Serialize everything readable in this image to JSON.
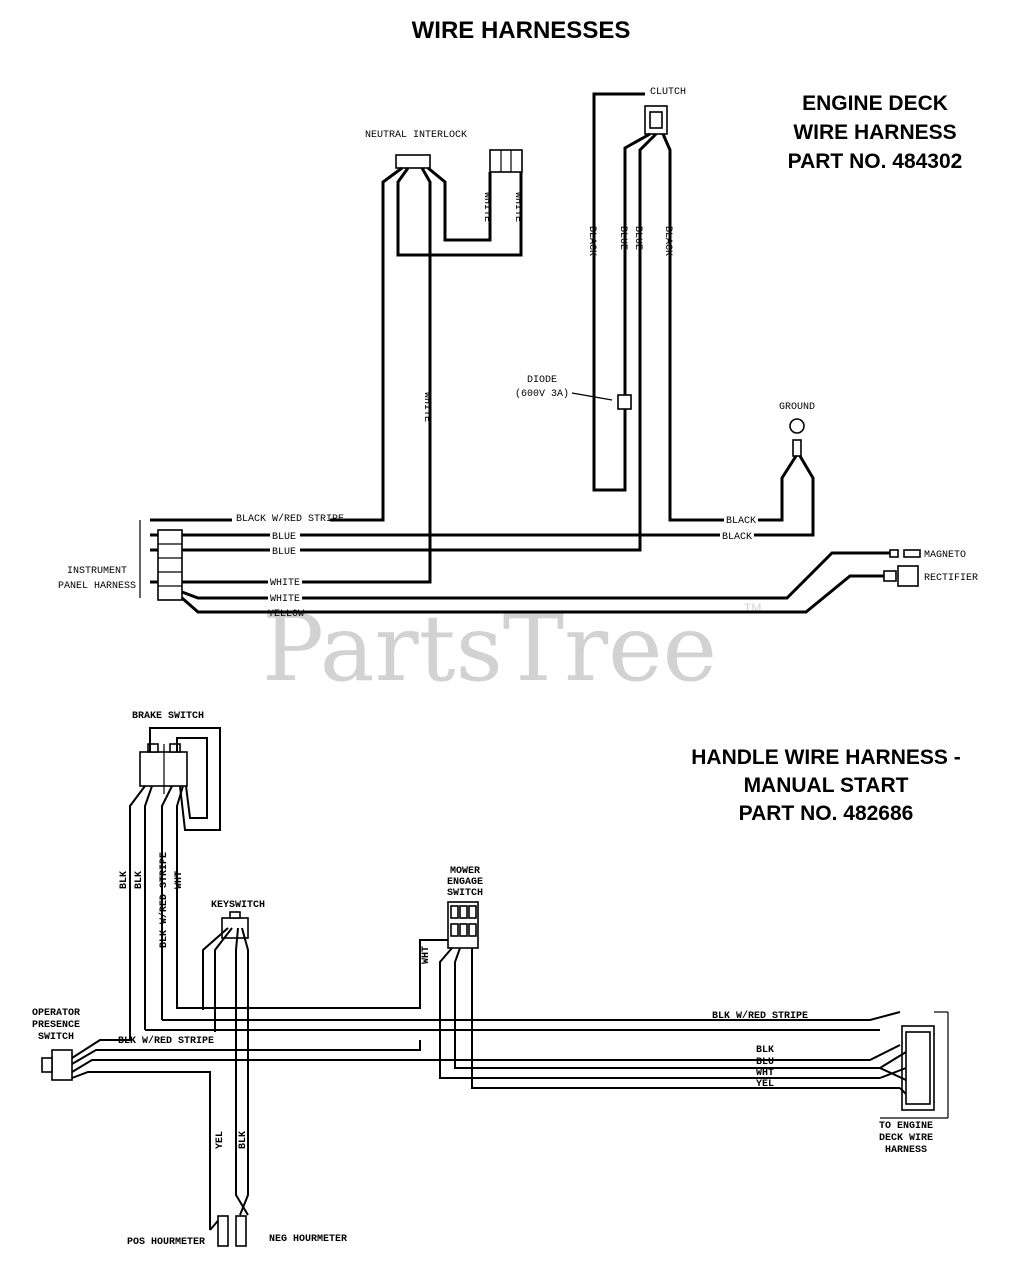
{
  "title": "WIRE HARNESSES",
  "watermark": {
    "text": "PartsTree",
    "tm": "TM"
  },
  "engine_deck": {
    "heading_line1": "ENGINE DECK",
    "heading_line2": "WIRE HARNESS",
    "heading_line3": "PART NO. 484302",
    "neutral_interlock": "NEUTRAL INTERLOCK",
    "clutch": "CLUTCH",
    "diode_line1": "DIODE",
    "diode_line2": "(600V 3A)",
    "ground": "GROUND",
    "instrument_line1": "INSTRUMENT",
    "instrument_line2": "PANEL HARNESS",
    "magneto": "MAGNETO",
    "rectifier": "RECTIFIER",
    "wires": {
      "white_a": "WHITE",
      "white_b": "WHITE",
      "white_c": "WHITE",
      "white_d": "WHITE",
      "white_e": "WHITE",
      "black_a": "BLACK",
      "blue_a": "BLUE",
      "blue_b": "BLUE",
      "black_b": "BLACK",
      "black_c": "BLACK",
      "black_d": "BLACK",
      "black_red": "BLACK W/RED STRIPE",
      "blue_c": "BLUE",
      "blue_d": "BLUE",
      "yellow": "YELLOW"
    }
  },
  "handle": {
    "heading_line1": "HANDLE WIRE HARNESS -",
    "heading_line2": "MANUAL START",
    "heading_line3": "PART NO. 482686",
    "brake_switch": "BRAKE SWITCH",
    "keyswitch": "KEYSWITCH",
    "mower_line1": "MOWER",
    "mower_line2": "ENGAGE",
    "mower_line3": "SWITCH",
    "operator_line1": "OPERATOR",
    "operator_line2": "PRESENCE",
    "operator_line3": "SWITCH",
    "to_engine_line1": "TO ENGINE",
    "to_engine_line2": "DECK WIRE",
    "to_engine_line3": "HARNESS",
    "pos_hourmeter": "POS HOURMETER",
    "neg_hourmeter": "NEG HOURMETER",
    "wires": {
      "blk_a": "BLK",
      "blk_b": "BLK",
      "blk_red_v": "BLK W/RED STRIPE",
      "wht_a": "WHT",
      "wht_b": "WHT",
      "blk_red_h1": "BLK W/RED STRIPE",
      "blk_red_h2": "BLK W/RED STRIPE",
      "blk_h": "BLK",
      "blu_h": "BLU",
      "wht_h": "WHT",
      "yel_h": "YEL",
      "yel_v": "YEL",
      "blk_v": "BLK"
    }
  }
}
